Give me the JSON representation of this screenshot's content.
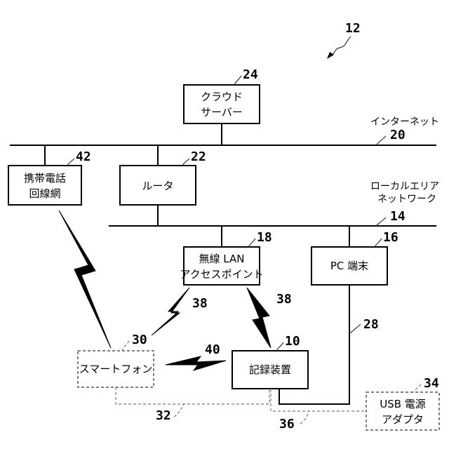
{
  "figure": {
    "ref": "12"
  },
  "nodes": {
    "cloud_server": {
      "line1": "クラウド",
      "line2": "サーバー",
      "ref": "24"
    },
    "mobile_network": {
      "line1": "携帯電話",
      "line2": "回線網",
      "ref": "42"
    },
    "router": {
      "label": "ルータ",
      "ref": "22"
    },
    "access_point": {
      "line1": "無線 LAN",
      "line2": "アクセスポイント",
      "ref": "18"
    },
    "pc_terminal": {
      "label": "PC 端末",
      "ref": "16"
    },
    "recording_device": {
      "label": "記録装置",
      "ref": "10"
    },
    "smartphone": {
      "label": "スマートフォン",
      "ref": "30"
    },
    "usb_adapter": {
      "line1": "USB 電源",
      "line2": "アダプタ",
      "ref": "34"
    }
  },
  "networks": {
    "internet": {
      "label": "インターネット",
      "ref": "20"
    },
    "lan": {
      "line1": "ローカルエリア",
      "line2": "ネットワーク",
      "ref": "14"
    }
  },
  "links": {
    "ap_to_smartphone": {
      "ref": "38"
    },
    "ap_to_recorder": {
      "ref": "38"
    },
    "smartphone_to_recorder": {
      "ref": "40"
    },
    "pc_to_recorder": {
      "ref": "28"
    },
    "smartphone_power": {
      "ref": "32"
    },
    "recorder_power": {
      "ref": "36"
    }
  }
}
